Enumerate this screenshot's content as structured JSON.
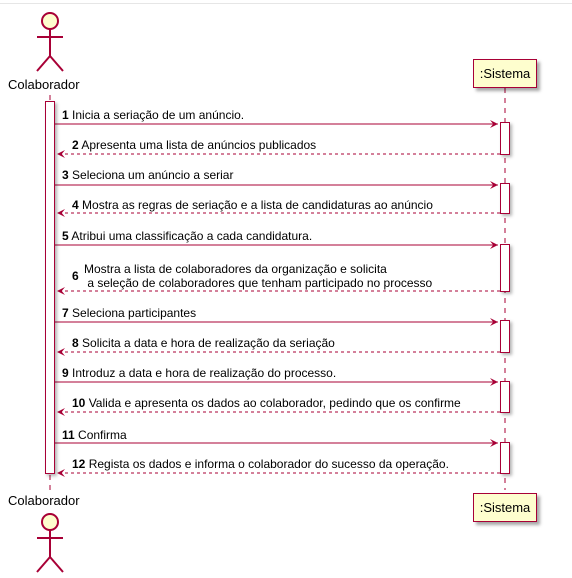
{
  "colors": {
    "line": "#a80036",
    "participant_fill": "#fefece"
  },
  "actor": {
    "name": "Colaborador",
    "icon": "stick-figure-icon"
  },
  "participant": {
    "name": ":Sistema"
  },
  "messages": [
    {
      "num": "1",
      "text": "Inicia a seriação de um anúncio.",
      "direction": "request"
    },
    {
      "num": "2",
      "text": "Apresenta uma lista de anúncios publicados",
      "direction": "reply"
    },
    {
      "num": "3",
      "text": "Seleciona um anúncio a seriar",
      "direction": "request"
    },
    {
      "num": "4",
      "text": "Mostra as regras de seriação e a lista de candidaturas ao anúncio",
      "direction": "reply"
    },
    {
      "num": "5",
      "text": "Atribui uma classificação a cada candidatura.",
      "direction": "request"
    },
    {
      "num": "6",
      "text": "Mostra a lista de colaboradores da organização e solicita",
      "text2": " a seleção de colaboradores que tenham participado no processo",
      "direction": "reply"
    },
    {
      "num": "7",
      "text": "Seleciona participantes",
      "direction": "request"
    },
    {
      "num": "8",
      "text": "Solicita a data e hora de realização da seriação",
      "direction": "reply"
    },
    {
      "num": "9",
      "text": "Introduz a data e hora de realização do processo.",
      "direction": "request"
    },
    {
      "num": "10",
      "text": "Valida e apresenta os dados ao colaborador, pedindo que os confirme",
      "direction": "reply"
    },
    {
      "num": "11",
      "text": "Confirma",
      "direction": "request"
    },
    {
      "num": "12",
      "text": "Regista os dados e informa o colaborador do sucesso da operação.",
      "direction": "reply"
    }
  ]
}
